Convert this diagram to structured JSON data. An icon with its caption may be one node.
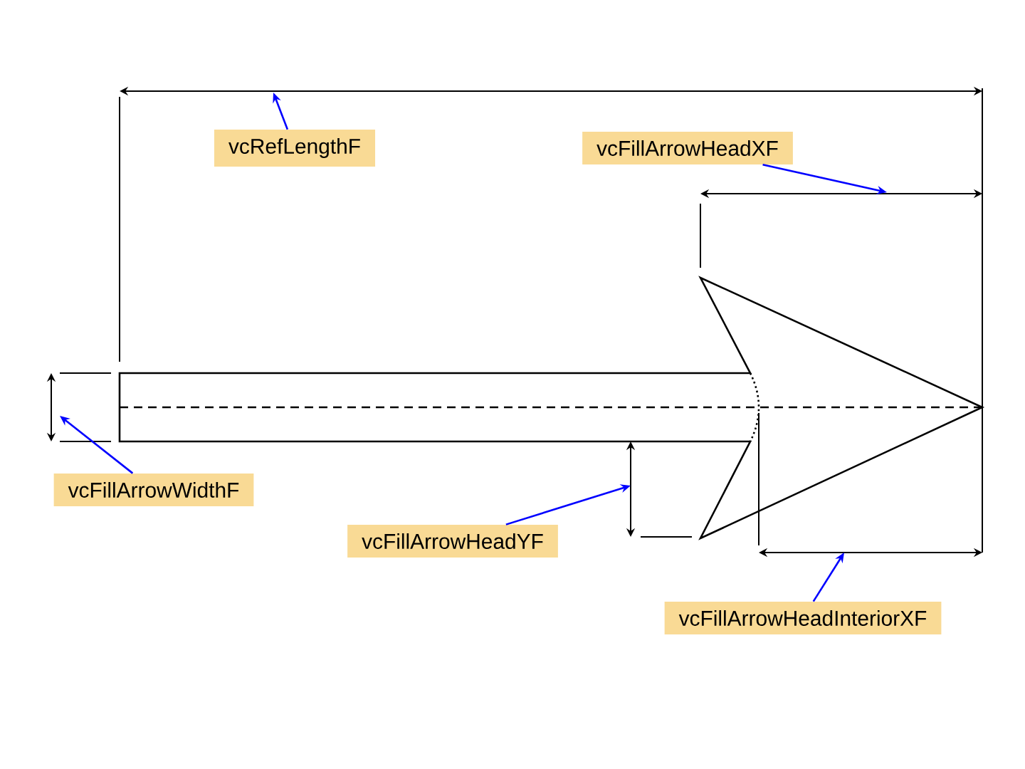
{
  "diagram": {
    "nodes": [
      {
        "text": [
          "vcRefLengthF"
        ]
      },
      {
        "text": [
          "vcFillArrowHeadXF"
        ]
      },
      {
        "text": [
          "vcFillArrowWidthF"
        ]
      },
      {
        "text": [
          "vcFillArrowHeadYF"
        ]
      },
      {
        "text": [
          "vcFillArrowHeadInteriorXF"
        ]
      }
    ],
    "edges": [
      {
        "from": 0,
        "to": null,
        "arrow": "to"
      },
      {
        "from": 1,
        "to": null,
        "arrow": "to"
      },
      {
        "from": 2,
        "to": null,
        "arrow": "to"
      },
      {
        "from": 3,
        "to": null,
        "arrow": "to"
      },
      {
        "from": 4,
        "to": null,
        "arrow": "to"
      }
    ]
  }
}
